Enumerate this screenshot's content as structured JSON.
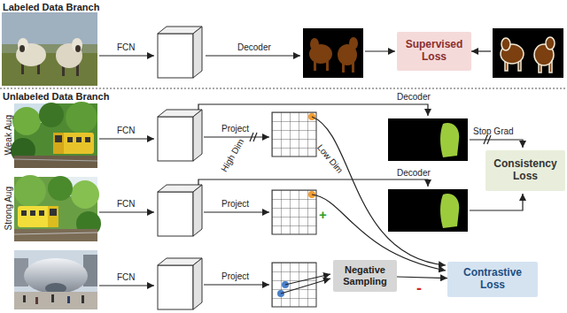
{
  "diagram": {
    "nodes": [
      {
        "text": [
          "Supervised Loss"
        ]
      },
      {
        "text": [
          "Consistency Loss"
        ]
      },
      {
        "text": [
          "Negative Sampling"
        ]
      },
      {
        "text": [
          "Contrastive Loss"
        ]
      }
    ],
    "edges": [
      {
        "from": 2,
        "to": 3,
        "arrow": "to"
      }
    ],
    "labels": [
      "Labeled Data Branch",
      "FCN",
      "Decoder",
      "Unlabeled Data Branch",
      "Weak Aug",
      "FCN",
      "Project",
      "Decoder",
      "High Dim",
      "Low Dim",
      "Stop Grad",
      "Strong Aug",
      "FCN",
      "Project",
      "+",
      "Decoder",
      "FCN",
      "Project",
      "-"
    ]
  }
}
